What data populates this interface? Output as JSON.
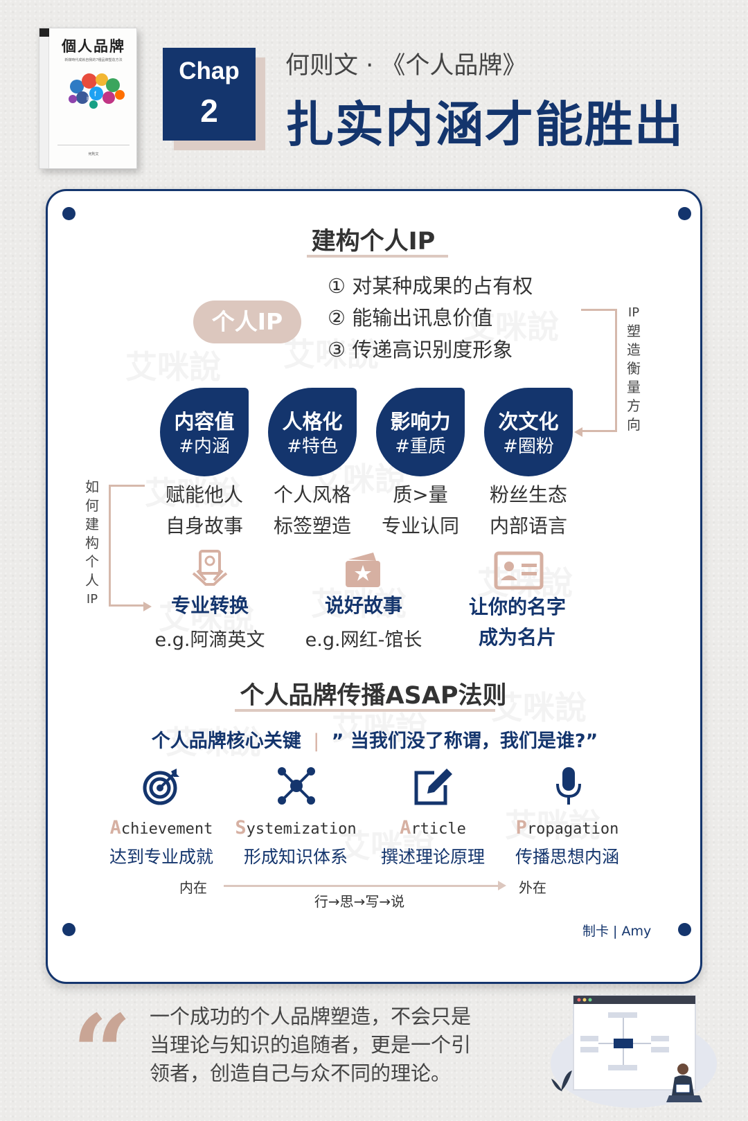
{
  "header": {
    "book_title": "個人品牌",
    "book_subtitle": "新媒時代成就自我的7種品牌塑造方法",
    "book_author": "何則文",
    "chap_label": "Chap",
    "chap_number": "2",
    "subtitle": "何则文 · 《个人品牌》",
    "title": "扎实内涵才能胜出"
  },
  "build_ip": {
    "title": "建构个人IP",
    "pill": "个人IP",
    "items": [
      "① 对某种成果的占有权",
      "② 能输出讯息价值",
      "③ 传递高识别度形象"
    ],
    "side_label_right": "IP塑造衡量方向",
    "side_label_left": "如何建构个人IP",
    "badges": [
      {
        "title": "内容值",
        "tag": "#内涵",
        "line1": "赋能他人",
        "line2": "自身故事"
      },
      {
        "title": "人格化",
        "tag": "#特色",
        "line1": "个人风格",
        "line2": "标签塑造"
      },
      {
        "title": "影响力",
        "tag": "#重质",
        "line1": "质>量",
        "line2": "专业认同"
      },
      {
        "title": "次文化",
        "tag": "#圈粉",
        "line1": "粉丝生态",
        "line2": "内部语言"
      }
    ],
    "methods": [
      {
        "icon": "hand-certificate-icon",
        "title": "专业转换",
        "example": "e.g.阿滴英文"
      },
      {
        "icon": "star-wallet-icon",
        "title": "说好故事",
        "example": "e.g.网红-馆长"
      },
      {
        "icon": "id-card-icon",
        "title": "让你的名字",
        "example": "成为名片"
      }
    ]
  },
  "asap": {
    "title": "个人品牌传播ASAP法则",
    "key_label": "个人品牌核心关键",
    "key_quote": "” 当我们没了称谓，我们是谁?”",
    "items": [
      {
        "icon": "target-icon",
        "cap": "A",
        "rest": "chievement",
        "cn": "达到专业成就"
      },
      {
        "icon": "network-icon",
        "cap": "S",
        "rest": "ystemization",
        "cn": "形成知识体系"
      },
      {
        "icon": "edit-icon",
        "cap": "A",
        "rest": "rticle",
        "cn": "撰述理论原理"
      },
      {
        "icon": "microphone-icon",
        "cap": "P",
        "rest": "ropagation",
        "cn": "传播思想内涵"
      }
    ],
    "flow_left": "内在",
    "flow_right": "外在",
    "flow_steps": "行→思→写→说"
  },
  "watermark": "艾咪說",
  "maker": "制卡 | Amy",
  "quote": {
    "line1": "一个成功的个人品牌塑造，不会只是",
    "line2": "当理论与知识的追随者，更是一个引",
    "line3": "领者，创造自己与众不同的理论。"
  },
  "colors": {
    "navy": "#14356d",
    "beige": "#dcc7be",
    "background": "#ecebe9"
  }
}
